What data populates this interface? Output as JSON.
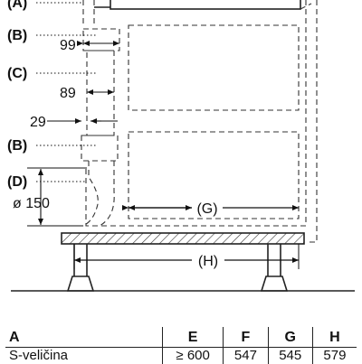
{
  "labels": {
    "A": "(A)",
    "B_top": "(B)",
    "C": "(C)",
    "B_bottom": "(B)",
    "D": "(D)",
    "G": "(G)",
    "H": "(H)"
  },
  "dimensions": {
    "d99": "99",
    "d89": "89",
    "d29": "29",
    "dia150": "ø 150"
  },
  "table": {
    "headers": [
      "A",
      "E",
      "F",
      "G",
      "H"
    ],
    "rows": [
      [
        "S-veličina",
        "≥ 600",
        "547",
        "545",
        "579"
      ]
    ]
  }
}
